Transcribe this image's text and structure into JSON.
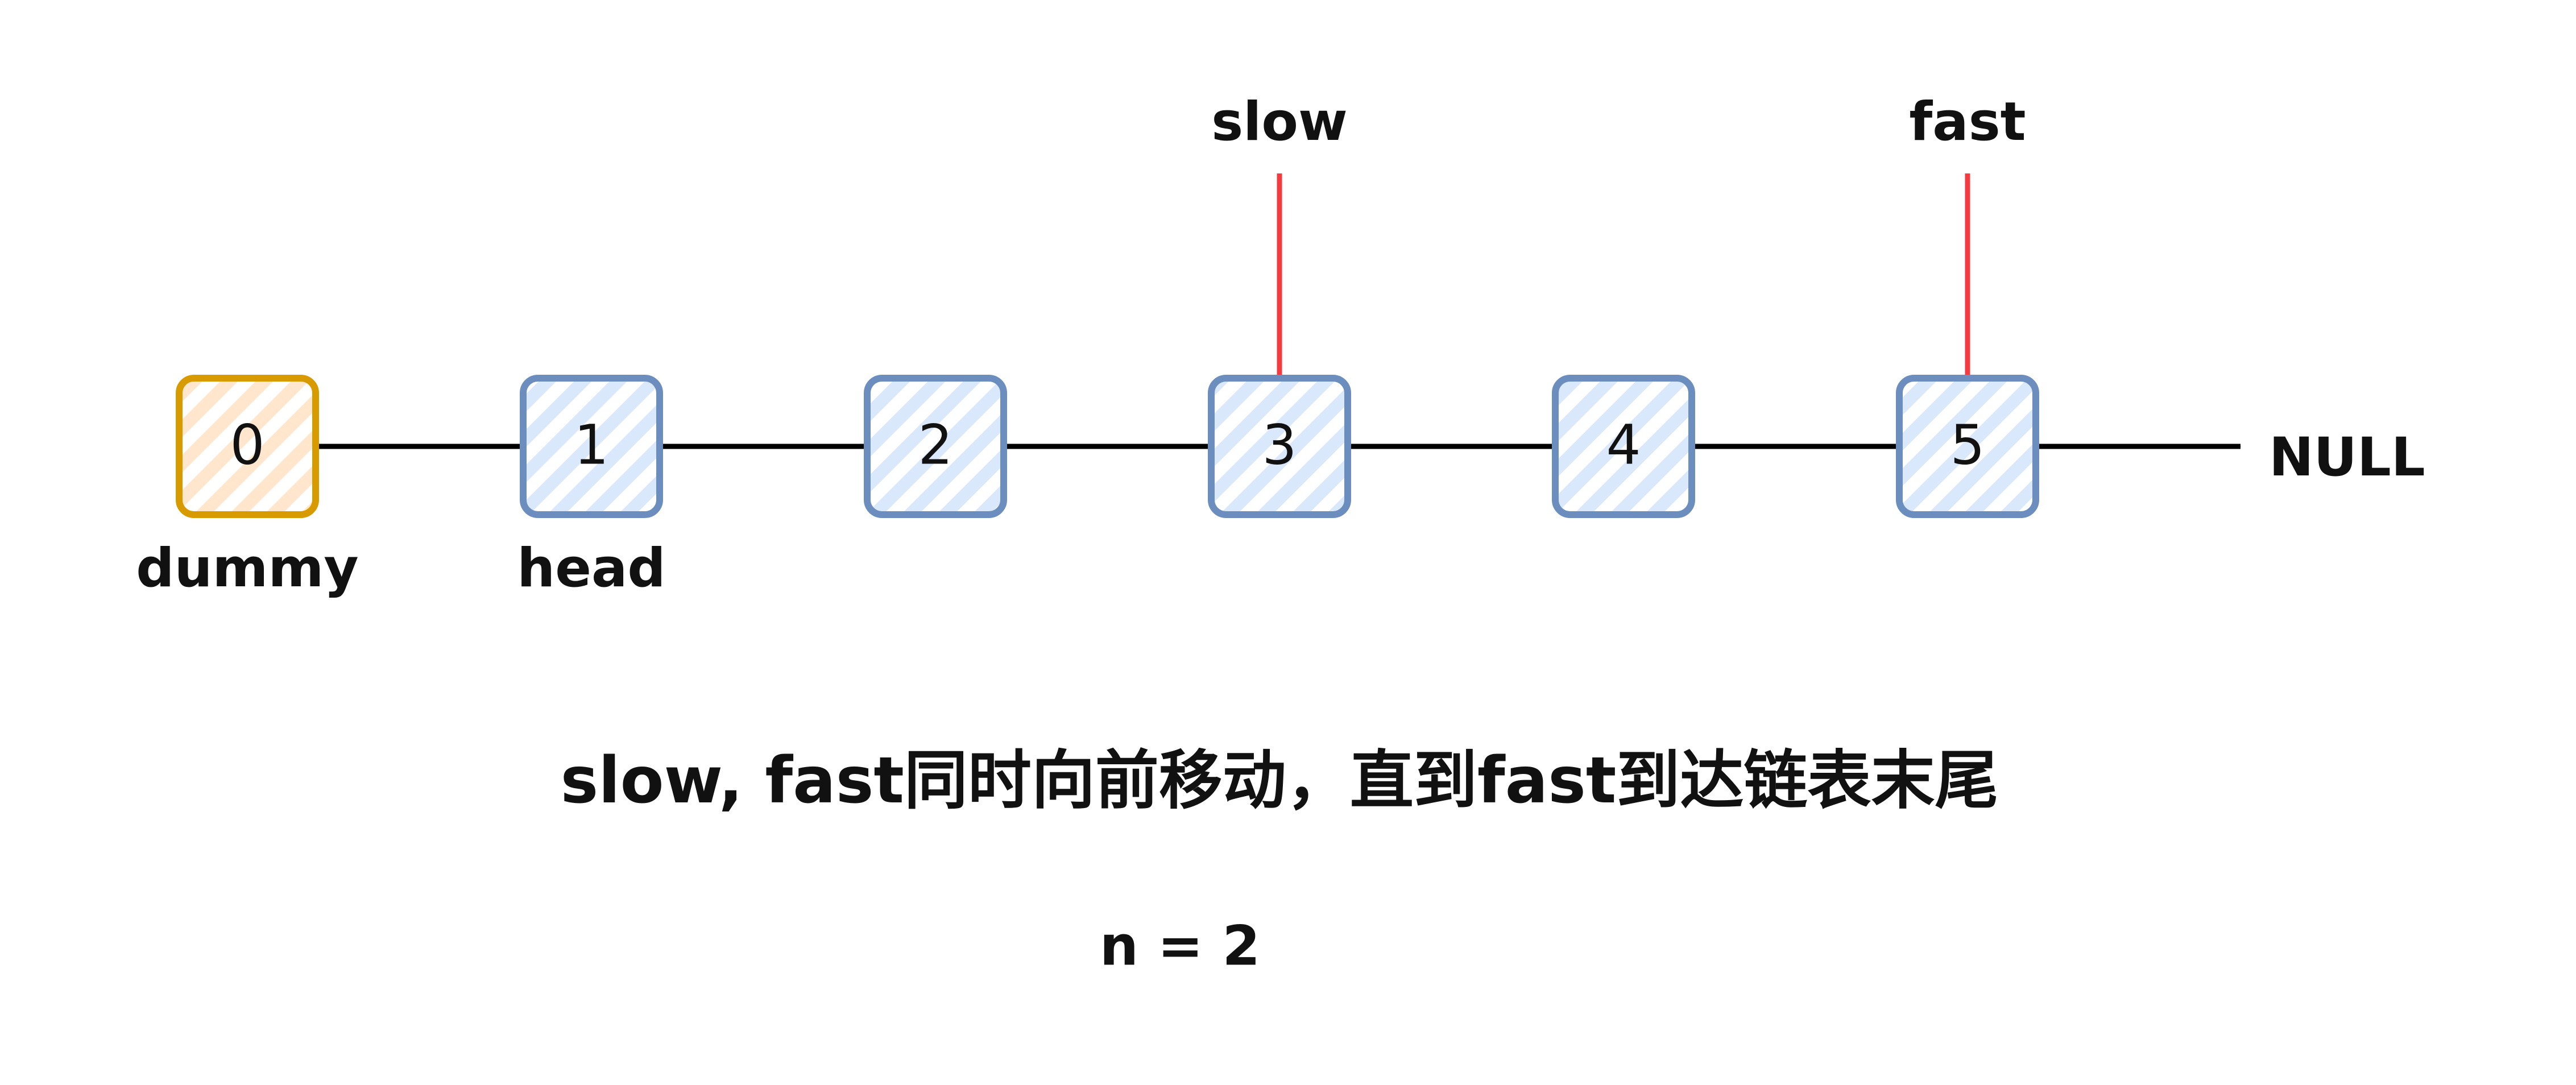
{
  "nodes": [
    {
      "value": "0",
      "label": "dummy",
      "style": "dummy"
    },
    {
      "value": "1",
      "label": "head",
      "style": "normal"
    },
    {
      "value": "2",
      "label": "",
      "style": "normal"
    },
    {
      "value": "3",
      "label": "",
      "style": "normal"
    },
    {
      "value": "4",
      "label": "",
      "style": "normal"
    },
    {
      "value": "5",
      "label": "",
      "style": "normal"
    }
  ],
  "terminal": "NULL",
  "pointers": {
    "slow": {
      "label": "slow",
      "target_index": 3
    },
    "fast": {
      "label": "fast",
      "target_index": 5
    }
  },
  "caption": "slow, fast同时向前移动，直到fast到达链表末尾",
  "n_label": "n = 2",
  "colors": {
    "normal_border": "#6C8EBF",
    "normal_fill": "#DAE8FC",
    "dummy_border": "#D79B00",
    "dummy_fill": "#FFE6CC",
    "pointer_arrow": "#F43B42",
    "link_arrow": "#000000"
  }
}
